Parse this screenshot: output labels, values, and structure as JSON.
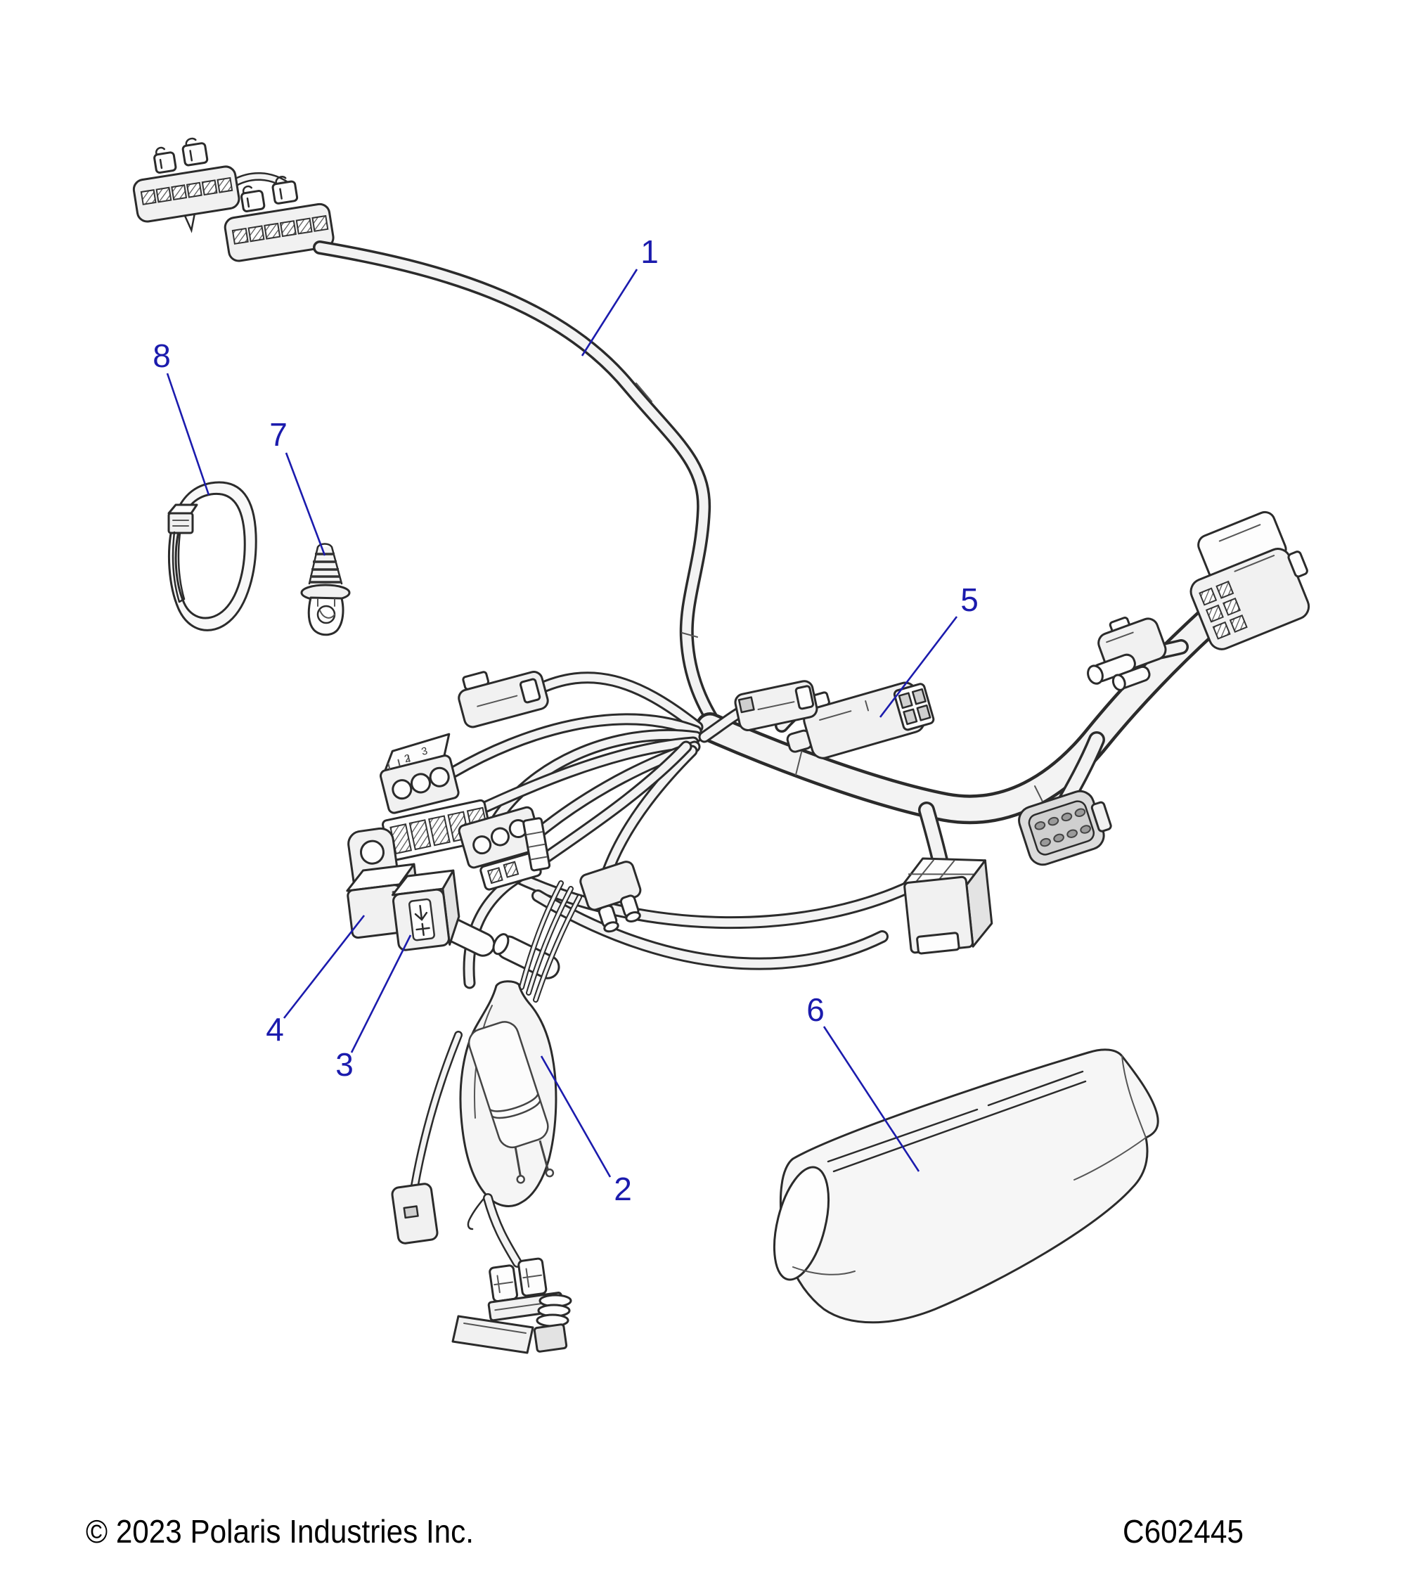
{
  "diagram": {
    "callouts": [
      {
        "label": "1"
      },
      {
        "label": "2"
      },
      {
        "label": "3"
      },
      {
        "label": "4"
      },
      {
        "label": "5"
      },
      {
        "label": "6"
      },
      {
        "label": "7"
      },
      {
        "label": "8"
      }
    ],
    "connector_markings": {
      "pin_label_a": "2",
      "pin_label_b": "3"
    },
    "footer": {
      "copyright": "© 2023 Polaris Industries Inc.",
      "figure_code": "C602445"
    },
    "colors": {
      "callout": "#1b1bad",
      "line": "#2b2b2b",
      "paper": "#ffffff"
    }
  }
}
